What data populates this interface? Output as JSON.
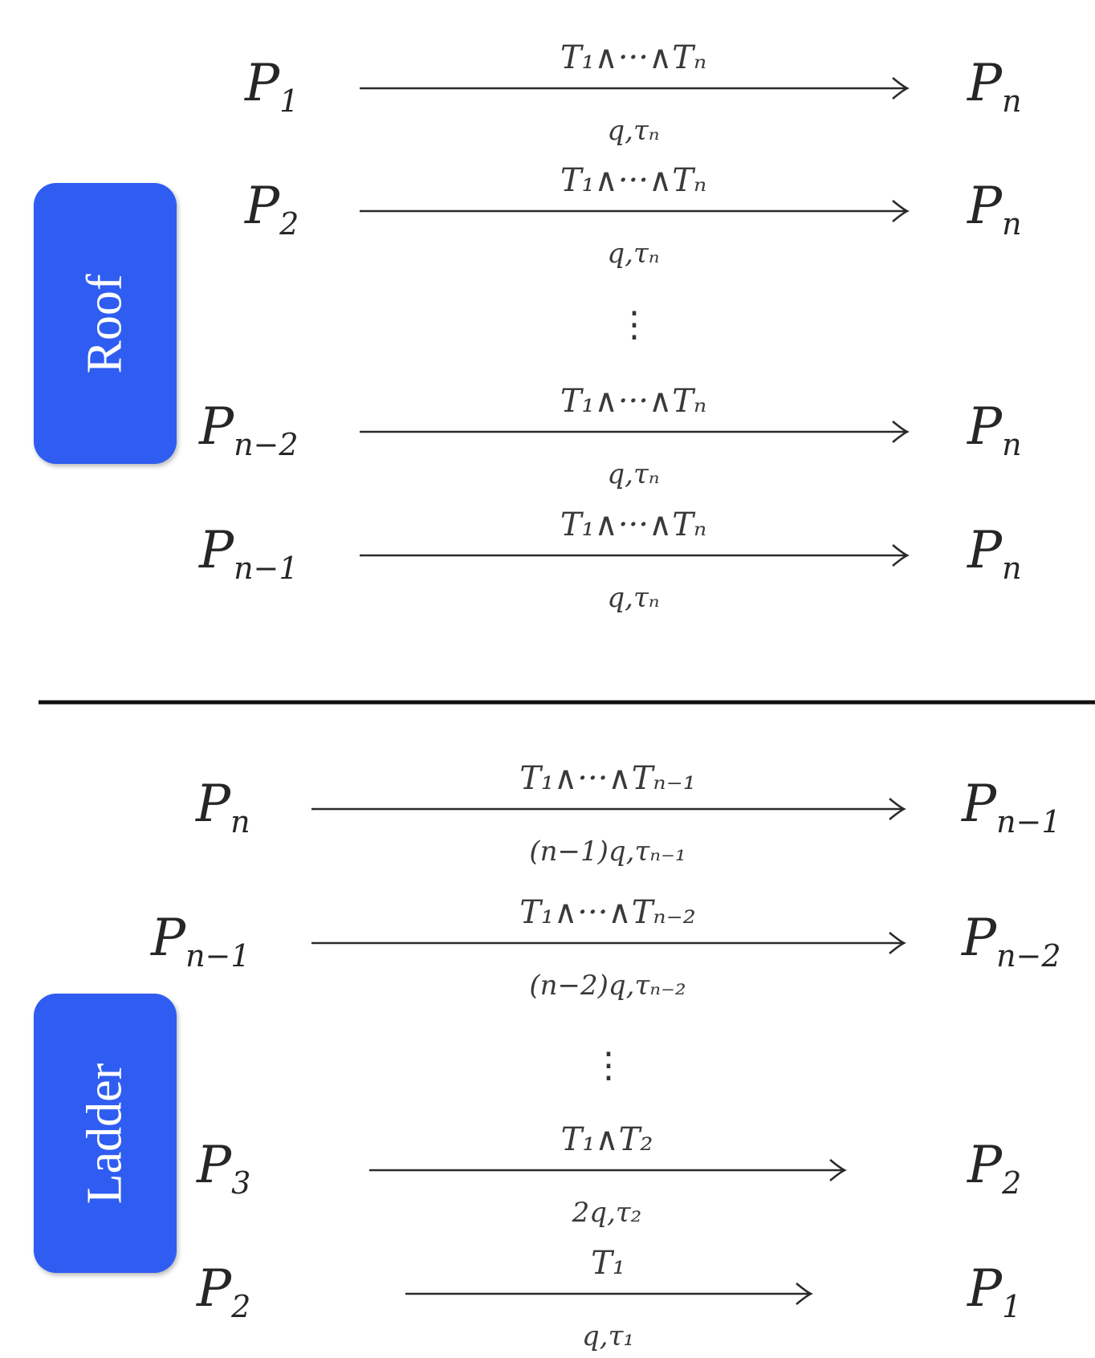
{
  "badges": {
    "roof": "Roof",
    "ladder": "Ladder"
  },
  "vertical_ellipsis": "⋮",
  "roof": {
    "rows": [
      {
        "from": {
          "base": "P",
          "sub": "1"
        },
        "to": {
          "base": "P",
          "sub": "n"
        },
        "top": "T₁∧···∧Tₙ",
        "bottom": "q,τₙ"
      },
      {
        "from": {
          "base": "P",
          "sub": "2"
        },
        "to": {
          "base": "P",
          "sub": "n"
        },
        "top": "T₁∧···∧Tₙ",
        "bottom": "q,τₙ"
      },
      {
        "from": {
          "base": "P",
          "sub": "n−2"
        },
        "to": {
          "base": "P",
          "sub": "n"
        },
        "top": "T₁∧···∧Tₙ",
        "bottom": "q,τₙ"
      },
      {
        "from": {
          "base": "P",
          "sub": "n−1"
        },
        "to": {
          "base": "P",
          "sub": "n"
        },
        "top": "T₁∧···∧Tₙ",
        "bottom": "q,τₙ"
      }
    ]
  },
  "ladder": {
    "rows": [
      {
        "from": {
          "base": "P",
          "sub": "n"
        },
        "to": {
          "base": "P",
          "sub": "n−1"
        },
        "top": "T₁∧···∧Tₙ₋₁",
        "bottom": "(n−1)q,τₙ₋₁"
      },
      {
        "from": {
          "base": "P",
          "sub": "n−1"
        },
        "to": {
          "base": "P",
          "sub": "n−2"
        },
        "top": "T₁∧···∧Tₙ₋₂",
        "bottom": "(n−2)q,τₙ₋₂"
      },
      {
        "from": {
          "base": "P",
          "sub": "3"
        },
        "to": {
          "base": "P",
          "sub": "2"
        },
        "top": "T₁∧T₂",
        "bottom": "2q,τ₂"
      },
      {
        "from": {
          "base": "P",
          "sub": "2"
        },
        "to": {
          "base": "P",
          "sub": "1"
        },
        "top": "T₁",
        "bottom": "q,τ₁"
      }
    ]
  }
}
